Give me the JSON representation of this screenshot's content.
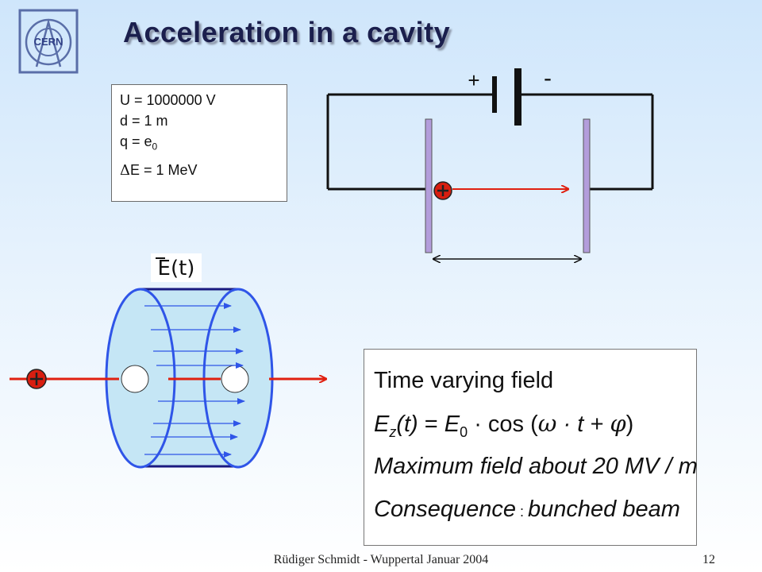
{
  "slide": {
    "title": "Acceleration in a cavity",
    "logo_text": "CERN",
    "footer": "Rüdiger Schmidt - Wuppertal Januar 2004",
    "page_number": "12"
  },
  "params": {
    "voltage": "U = 1000000  V",
    "distance": "d = 1 m",
    "charge": "q = e",
    "charge_sub": "0",
    "energy_symbol": "Δ",
    "energy": "E = 1 MeV"
  },
  "capacitor": {
    "plus_label": "+",
    "minus_label": "-"
  },
  "cavity": {
    "field_label": "E(t)"
  },
  "formula_box": {
    "heading_a": "Time",
    "heading_b": " varying field",
    "ez_e": "E",
    "ez_sub": "z",
    "ez_t": "(t)",
    "eq": " = ",
    "ez_e0": "E",
    "ez_e0_sub": "0",
    "ez_cos": " · cos (",
    "ez_omega": "ω",
    "ez_mid": " · t + ",
    "ez_phi": "φ",
    "ez_close": ")",
    "max_field": "Maximum field about 20 MV / m",
    "consequence": "Consequence",
    "consequence_colon": " : ",
    "consequence_rest": "bunched beam"
  },
  "colors": {
    "plate": "#b39ddb",
    "beam_arrow": "#e02010",
    "proton": "#d81e10",
    "cavity_fill": "#c5e6f5",
    "cavity_outline": "#2f55e8",
    "field_arrows": "#2f55e8"
  },
  "icons": {
    "proton": "plus-circle-icon",
    "logo": "cern-logo"
  }
}
